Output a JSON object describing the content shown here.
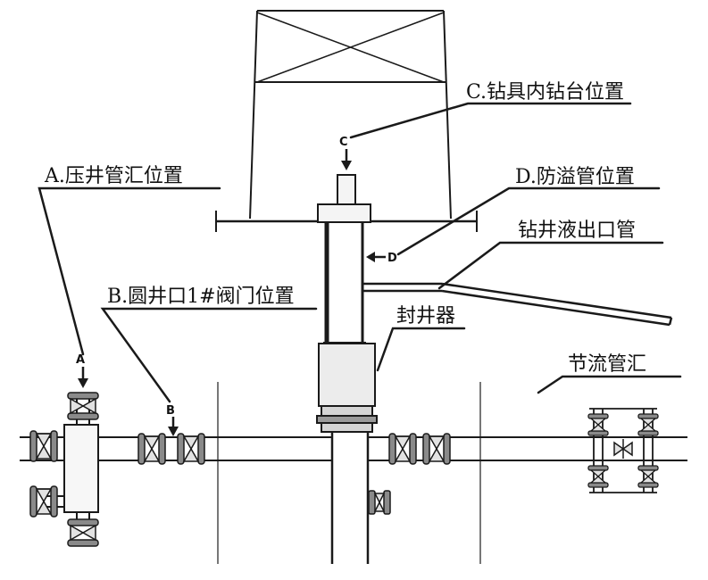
{
  "labels": {
    "a": "A.压井管汇位置",
    "b": "B.圆井口1#阀门位置",
    "c": "C.钻具内钻台位置",
    "d": "D.防溢管位置",
    "outlet": "钻井液出口管",
    "bop": "封井器",
    "choke": "节流管汇"
  },
  "markers": {
    "a": "A",
    "b": "B",
    "c": "C",
    "d": "D"
  },
  "colors": {
    "line": "#1a1a1a",
    "grey": "#777777",
    "valve_fill": "#e2e2e2",
    "valve_dark": "#8a8a8a"
  }
}
